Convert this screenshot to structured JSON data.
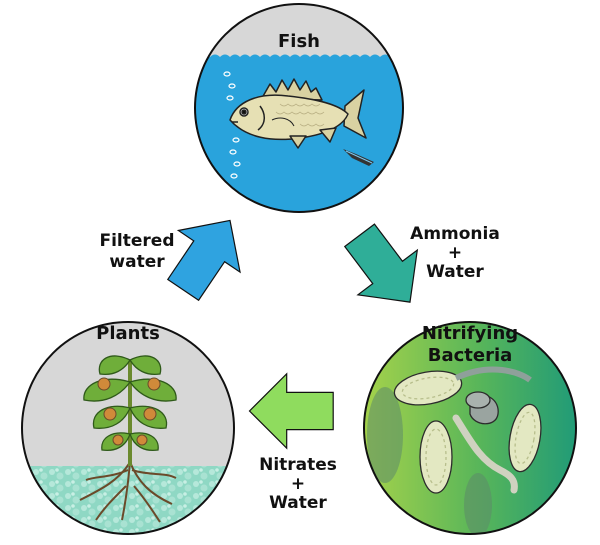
{
  "nodes": {
    "fish": {
      "label": "Fish"
    },
    "bacteria": {
      "label_line1": "Nitrifying",
      "label_line2": "Bacteria"
    },
    "plants": {
      "label": "Plants"
    }
  },
  "flows": {
    "fish_to_bacteria": {
      "line1": "Ammonia",
      "line2": "+",
      "line3": "Water"
    },
    "bacteria_to_plants": {
      "line1": "Nitrates",
      "line2": "+",
      "line3": "Water"
    },
    "plants_to_fish": {
      "line1": "Filtered",
      "line2": "water"
    }
  },
  "colors": {
    "water_blue": "#29a3dc",
    "sky_grey": "#d7d7d7",
    "bacteria_green": "#3aa96a",
    "arrow_teal": "#2fae98",
    "arrow_green": "#8fdc5e",
    "arrow_blue": "#2fa3e0"
  }
}
